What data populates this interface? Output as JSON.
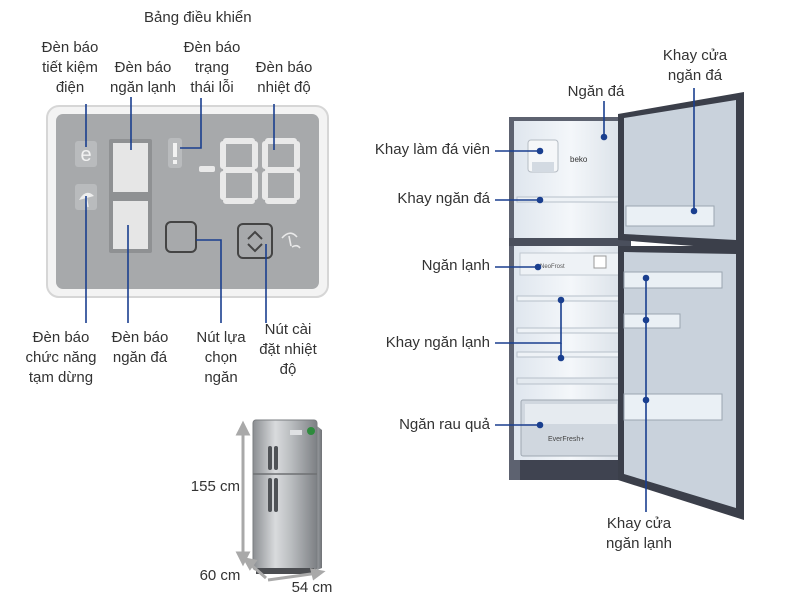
{
  "panel": {
    "title": "Bảng điều khiển",
    "labels": {
      "eco_indicator": [
        "Đèn báo",
        "tiết kiệm",
        "điện"
      ],
      "fridge_indicator": [
        "Đèn báo",
        "ngăn lạnh"
      ],
      "error_indicator": [
        "Đèn báo",
        "trạng",
        "thái lỗi"
      ],
      "temp_indicator": [
        "Đèn báo",
        "nhiệt độ"
      ],
      "pause_indicator": [
        "Đèn báo",
        "chức năng",
        "tạm dừng"
      ],
      "freezer_indicator": [
        "Đèn báo",
        "ngăn đá"
      ],
      "select_button": [
        "Nút lựa",
        "chọn",
        "ngăn"
      ],
      "temp_button": [
        "Nút cài",
        "đặt nhiệt",
        "độ"
      ]
    },
    "icon_letter": "e",
    "display_text": "-88"
  },
  "fridge": {
    "brand": "beko",
    "panel_label": "NeoFrost",
    "crisper_label": "EverFresh+",
    "labels": {
      "freezer": "Ngăn đá",
      "freezer_door_tray": [
        "Khay cửa",
        "ngăn đá"
      ],
      "ice_tray": "Khay làm đá viên",
      "freezer_shelf": "Khay ngăn đá",
      "fridge": "Ngăn lạnh",
      "fridge_shelf": "Khay ngăn lạnh",
      "crisper": "Ngăn rau quả",
      "fridge_door_tray": [
        "Khay cửa",
        "ngăn lạnh"
      ]
    }
  },
  "dimensions": {
    "height": "155 cm",
    "depth": "60 cm",
    "width": "54 cm"
  },
  "colors": {
    "accent_line": "#1a3f8f",
    "panel_gray": "#a7a9ab",
    "panel_frame": "#f3f3f3",
    "fridge_body": "#5d6270",
    "label_text": "#333333"
  }
}
